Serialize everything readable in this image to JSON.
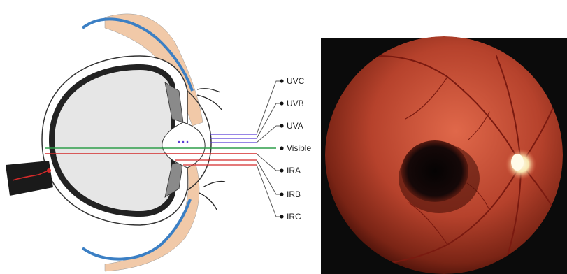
{
  "bands": [
    {
      "label": "UVC",
      "color": "#3a3a3a"
    },
    {
      "label": "UVB",
      "color": "#3a3a3a"
    },
    {
      "label": "UVA",
      "color": "#5b3fd6"
    },
    {
      "label": "Visible",
      "color": "#2e9e4a"
    },
    {
      "label": "IRA",
      "color": "#d42a2a"
    },
    {
      "label": "IRB",
      "color": "#3a3a3a"
    },
    {
      "label": "IRC",
      "color": "#3a3a3a"
    }
  ],
  "colors": {
    "eyelid": "#3b7fc4",
    "skin": "#f1c9a8",
    "sclera": "#222222",
    "vitreous": "#e6e6e6",
    "optic_nerve": "#1a1a1a",
    "retina_bg": "#0b0b0b",
    "fundus": "#b6422c",
    "macular_hole": "#0a0606",
    "optic_disc": "#f7e6b0"
  }
}
